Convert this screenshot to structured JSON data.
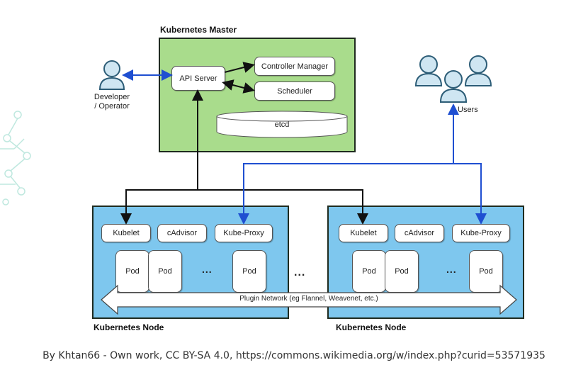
{
  "master": {
    "title": "Kubernetes Master",
    "api_server": "API Server",
    "controller_manager": "Controller Manager",
    "scheduler": "Scheduler",
    "etcd": "etcd"
  },
  "developer": {
    "label_line1": "Developer",
    "label_line2": "/ Operator"
  },
  "users": {
    "label": "Users"
  },
  "nodes": [
    {
      "title": "Kubernetes Node",
      "kubelet": "Kubelet",
      "cadvisor": "cAdvisor",
      "kube_proxy": "Kube-Proxy",
      "pods": [
        "Pod",
        "Pod",
        "Pod"
      ],
      "ellipsis": "..."
    },
    {
      "title": "Kubernetes Node",
      "kubelet": "Kubelet",
      "cadvisor": "cAdvisor",
      "kube_proxy": "Kube-Proxy",
      "pods": [
        "Pod",
        "Pod",
        "Pod"
      ],
      "ellipsis": "..."
    }
  ],
  "between_nodes_ellipsis": "...",
  "plugin_network": "Plugin Network (eg Flannel, Weavenet, etc.)",
  "credit": "By Khtan66 - Own work, CC BY-SA 4.0, https://commons.wikimedia.org/w/index.php?curid=53571935",
  "colors": {
    "master_fill": "#a9dc8c",
    "node_fill": "#7ec7ee",
    "user_icon": "#cfe6f2",
    "blue_arrow": "#1f4fd1",
    "black_arrow": "#111111"
  },
  "icons": [
    "developer-icon",
    "user-icon",
    "circuit-decoration"
  ]
}
